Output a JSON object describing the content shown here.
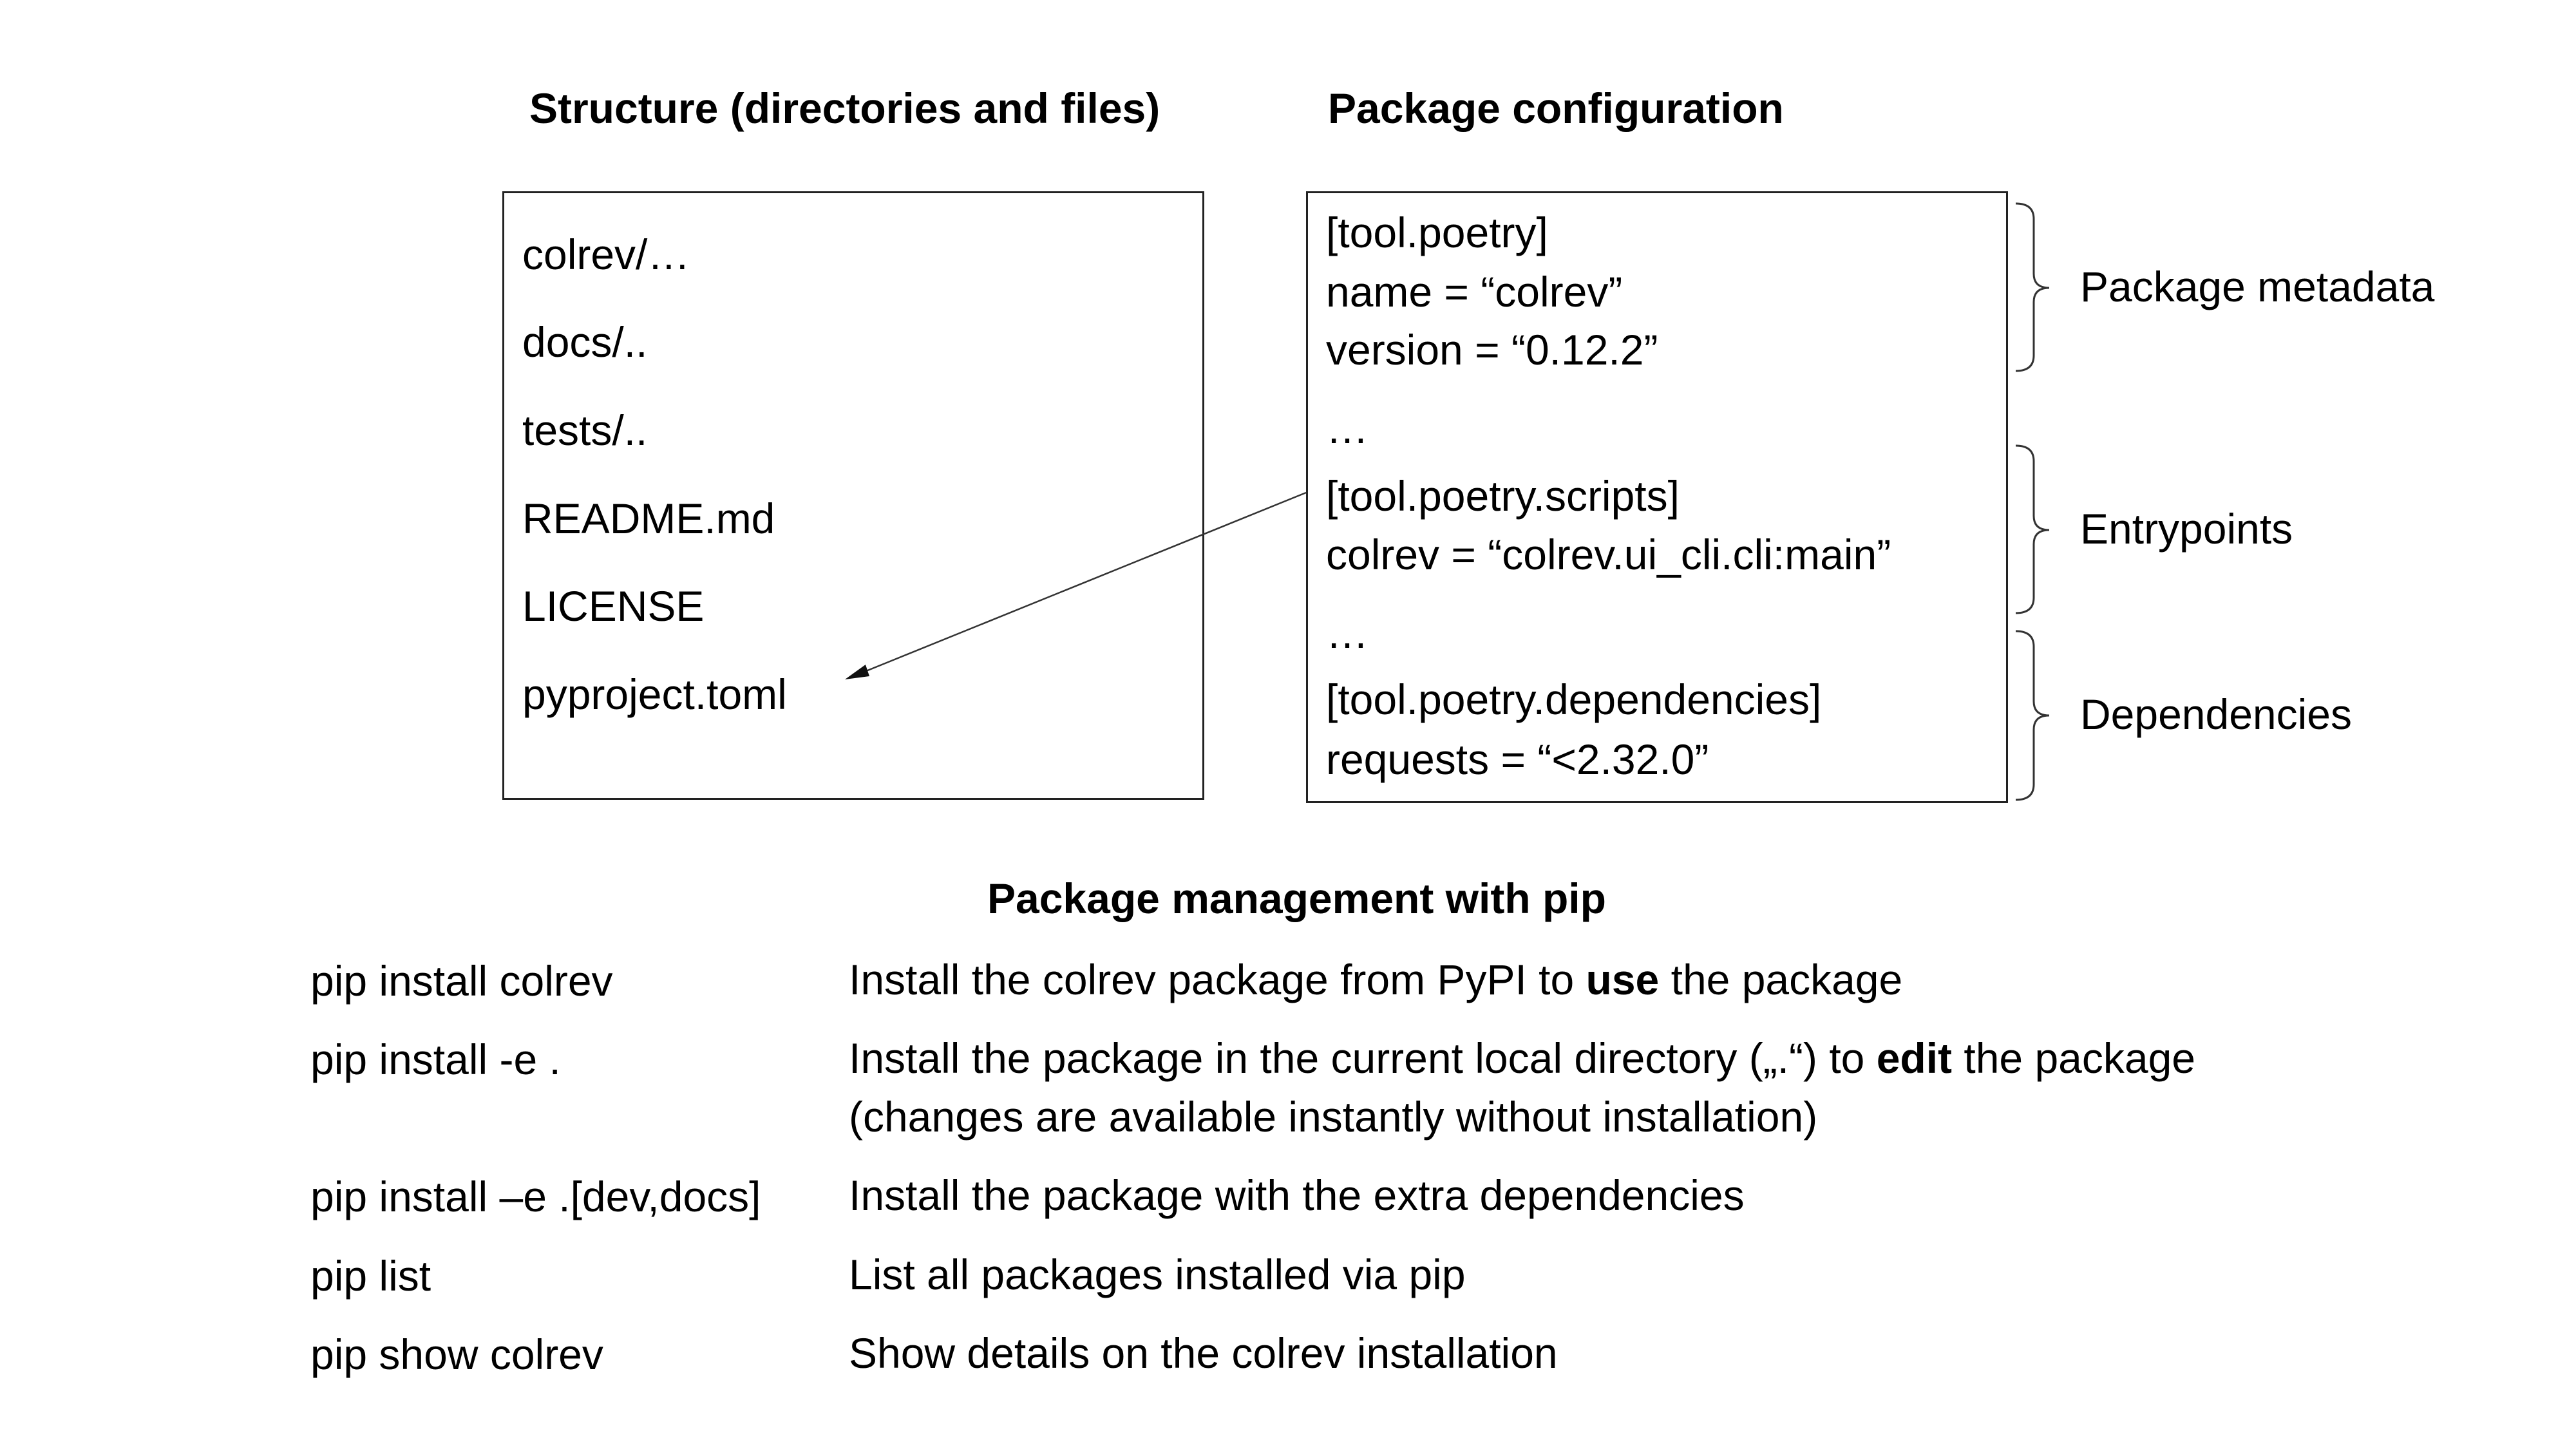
{
  "structure": {
    "heading": "Structure (directories and files)",
    "items": [
      "colrev/…",
      "docs/..",
      "tests/..",
      "README.md",
      "LICENSE",
      "pyproject.toml"
    ]
  },
  "config": {
    "heading": "Package configuration",
    "lines": [
      "[tool.poetry]",
      "name = “colrev”",
      "version = “0.12.2”",
      "…",
      "[tool.poetry.scripts]",
      "colrev = “colrev.ui_cli.cli:main”",
      "…",
      "[tool.poetry.dependencies]",
      "requests = “<2.32.0”"
    ],
    "groups": [
      "Package metadata",
      "Entrypoints",
      "Dependencies"
    ]
  },
  "pip": {
    "heading": "Package management with pip",
    "rows": [
      {
        "cmd": "pip install colrev",
        "pre": "Install the colrev package from PyPI to ",
        "bold": "use",
        "post": " the package",
        "line2": ""
      },
      {
        "cmd": "pip install -e .",
        "pre": "Install the package in the current local directory („.“) to ",
        "bold": "edit",
        "post": " the package",
        "line2": "(changes are available instantly without installation)"
      },
      {
        "cmd": "pip install –e .[dev,docs]",
        "pre": "Install the package with the extra dependencies",
        "bold": "",
        "post": "",
        "line2": ""
      },
      {
        "cmd": "pip list",
        "pre": "List all packages installed via pip",
        "bold": "",
        "post": "",
        "line2": ""
      },
      {
        "cmd": "pip show colrev",
        "pre": "Show details on the colrev installation",
        "bold": "",
        "post": "",
        "line2": ""
      }
    ]
  }
}
